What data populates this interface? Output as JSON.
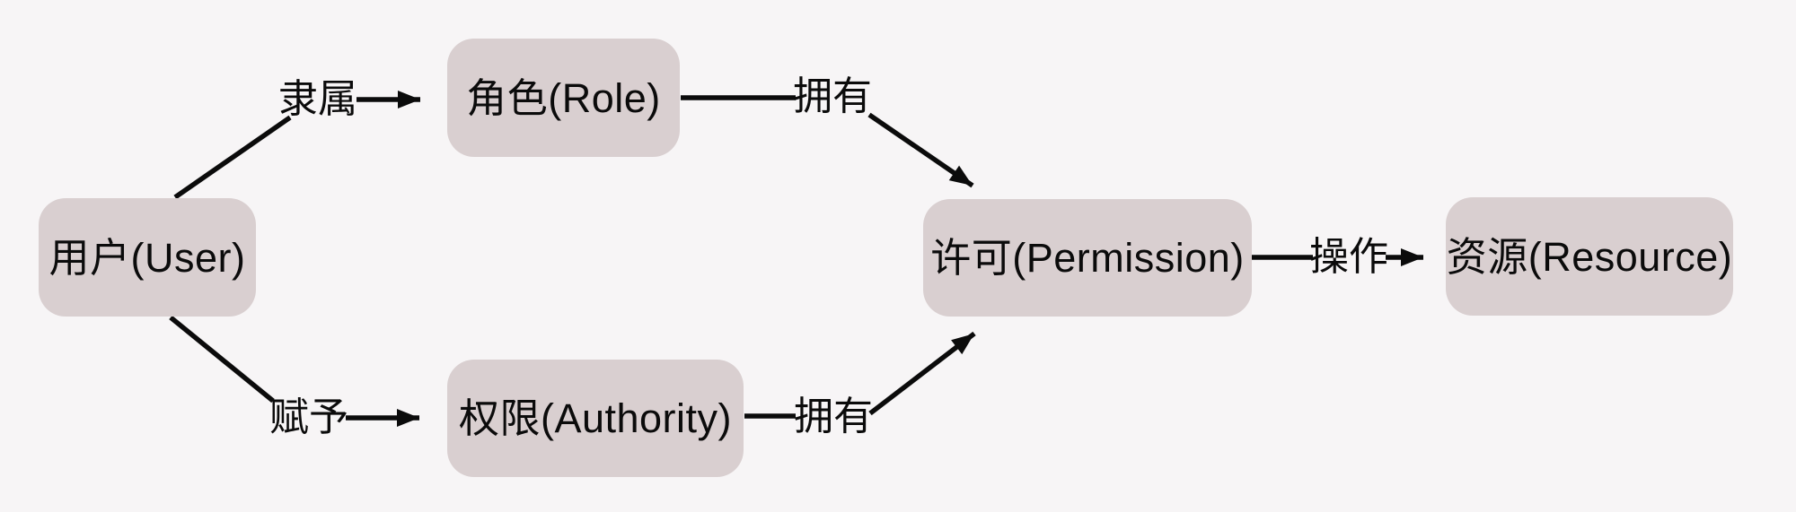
{
  "diagram_title": "RBAC permission model diagram",
  "colors": {
    "background": "#f7f5f6",
    "node_fill": "#d9cfd0",
    "line_and_text": "#0b0b0b"
  },
  "nodes": {
    "user": {
      "label": "用户(User)"
    },
    "role": {
      "label": "角色(Role)"
    },
    "authority": {
      "label": "权限(Authority)"
    },
    "permission": {
      "label": "许可(Permission)"
    },
    "resource": {
      "label": "资源(Resource)"
    }
  },
  "edges": {
    "user_role": {
      "label": "隶属",
      "from": "用户(User)",
      "to": "角色(Role)"
    },
    "role_permission": {
      "label": "拥有",
      "from": "角色(Role)",
      "to": "许可(Permission)"
    },
    "user_authority": {
      "label": "赋予",
      "from": "用户(User)",
      "to": "权限(Authority)"
    },
    "authority_permission": {
      "label": "拥有",
      "from": "权限(Authority)",
      "to": "许可(Permission)"
    },
    "permission_resource": {
      "label": "操作",
      "from": "许可(Permission)",
      "to": "资源(Resource)"
    }
  }
}
